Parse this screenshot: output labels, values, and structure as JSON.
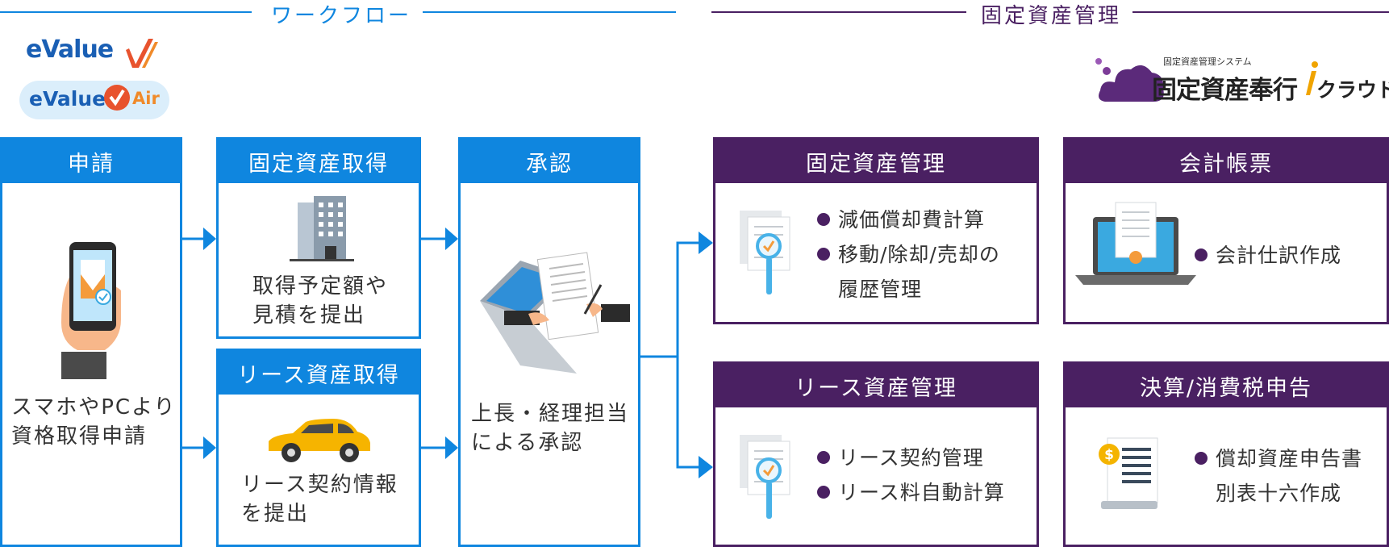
{
  "sections": {
    "workflow_title": "ワークフロー",
    "asset_title": "固定資産管理"
  },
  "logos": {
    "evalue": "eValue",
    "evalue_air_left": "eValue",
    "evalue_air_right": "Air",
    "product_small": "固定資産管理システム",
    "product_main": "固定資産奉行",
    "product_suffix": "クラウド"
  },
  "workflow": {
    "apply": {
      "title": "申請",
      "text": [
        "スマホやPCより",
        "資格取得申請"
      ]
    },
    "acquire": {
      "title": "固定資産取得",
      "text": [
        "取得予定額や",
        "見積を提出"
      ]
    },
    "lease_acquire": {
      "title": "リース資産取得",
      "text": [
        "リース契約情報",
        "を提出"
      ]
    },
    "approve": {
      "title": "承認",
      "text": [
        "上長・経理担当",
        "による承認"
      ]
    }
  },
  "management": {
    "fixed": {
      "title": "固定資産管理",
      "items": [
        "減価償却費計算",
        "移動/除却/売却の",
        "履歴管理"
      ]
    },
    "accounting": {
      "title": "会計帳票",
      "items": [
        "会計仕訳作成"
      ]
    },
    "lease": {
      "title": "リース資産管理",
      "items": [
        "リース契約管理",
        "リース料自動計算"
      ]
    },
    "settlement": {
      "title": "決算/消費税申告",
      "items": [
        "償却資産申告書",
        "別表十六作成"
      ]
    }
  },
  "colors": {
    "blue": "#0f86df",
    "purple": "#4a2062"
  }
}
